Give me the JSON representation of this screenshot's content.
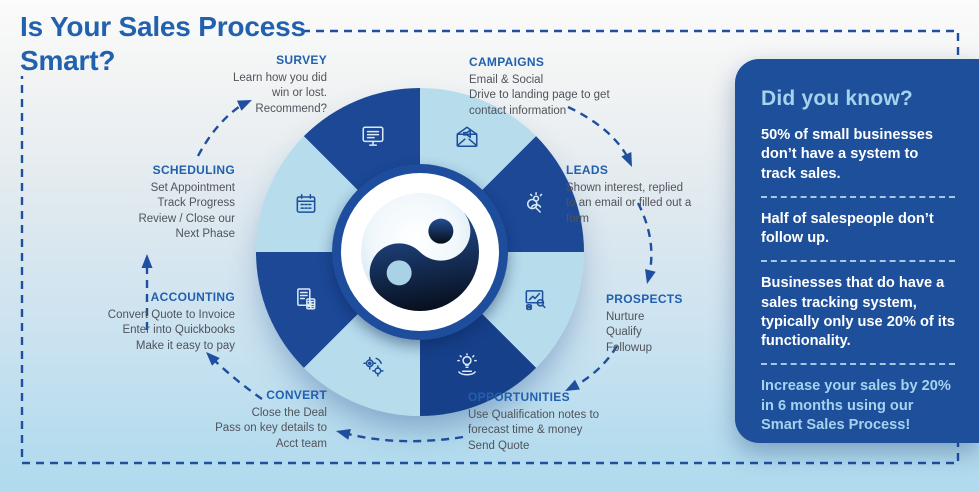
{
  "title": {
    "line1": "Is Your Sales Process",
    "line2": "Smart?"
  },
  "stages": [
    {
      "id": "survey",
      "name": "SURVEY",
      "icon": "monitor-survey-icon",
      "lines": [
        "Learn how you did",
        "win or lost.",
        "Recommend?"
      ]
    },
    {
      "id": "campaigns",
      "name": "CAMPAIGNS",
      "icon": "email-megaphone-icon",
      "lines": [
        "Email & Social",
        "Drive to landing page to get",
        "contact information"
      ]
    },
    {
      "id": "leads",
      "name": "LEADS",
      "icon": "person-magnifier-icon",
      "lines": [
        "Shown interest, replied",
        "to an email or filled out a",
        "form"
      ]
    },
    {
      "id": "prospects",
      "name": "PROSPECTS",
      "icon": "document-analysis-icon",
      "lines": [
        "Nurture",
        "Qualify",
        "Followup"
      ]
    },
    {
      "id": "opportunities",
      "name": "OPPORTUNITIES",
      "icon": "hand-lightbulb-icon",
      "lines": [
        "Use Qualification notes to",
        "forecast time & money",
        "Send Quote"
      ]
    },
    {
      "id": "convert",
      "name": "CONVERT",
      "icon": "gears-process-icon",
      "lines": [
        "Close the Deal",
        "Pass on key details to",
        "Acct team"
      ]
    },
    {
      "id": "accounting",
      "name": "ACCOUNTING",
      "icon": "invoice-calculator-icon",
      "lines": [
        "Convert Quote to Invoice",
        "Enter into Quickbooks",
        "Make it easy to pay"
      ]
    },
    {
      "id": "scheduling",
      "name": "SCHEDULING",
      "icon": "calendar-icon",
      "lines": [
        "Set Appointment",
        "Track Progress",
        "Review / Close our",
        "Next Phase"
      ]
    }
  ],
  "panel": {
    "heading": "Did you know?",
    "facts": [
      {
        "text": "50% of small businesses don’t have a system to track sales.",
        "emphasis": false
      },
      {
        "text": "Half of salespeople don’t follow up.",
        "emphasis": false
      },
      {
        "text": "Businesses that do have a sales tracking system, typically only use 20% of its functionality.",
        "emphasis": false
      },
      {
        "text": "Increase your sales by 20% in 6 months using our Smart Sales Process!",
        "emphasis": true
      }
    ]
  },
  "logo": {
    "name": "smart-sales-s-sphere-logo"
  },
  "colors": {
    "accent_blue": "#2161ae",
    "segment_dark": "#1c4896",
    "segment_light": "#b7dcec",
    "panel_bg": "#1d4f9b",
    "panel_highlight": "#a5d3ee",
    "body_text": "#50535b",
    "dashed_line": "#1f4f9e",
    "logo_light_blue": "#a9d2e6"
  }
}
